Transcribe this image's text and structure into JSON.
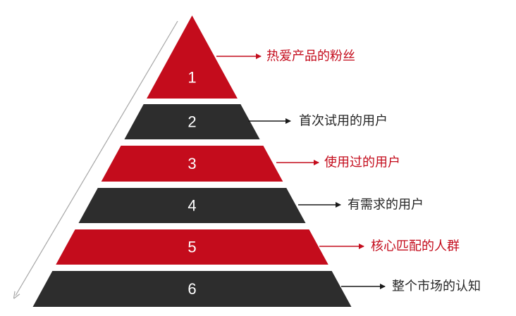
{
  "colors": {
    "red": "#c40c1c",
    "dark": "#2d2d2d",
    "guide_arrow": "#a6a6a6",
    "label_dark": "#262626"
  },
  "tiers": [
    {
      "number": "1",
      "label": "热爱产品的粉丝",
      "fill": "red"
    },
    {
      "number": "2",
      "label": "首次试用的用户",
      "fill": "dark"
    },
    {
      "number": "3",
      "label": "使用过的用户",
      "fill": "red"
    },
    {
      "number": "4",
      "label": "有需求的用户",
      "fill": "dark"
    },
    {
      "number": "5",
      "label": "核心匹配的人群",
      "fill": "red"
    },
    {
      "number": "6",
      "label": "整个市场的认知",
      "fill": "dark"
    }
  ]
}
